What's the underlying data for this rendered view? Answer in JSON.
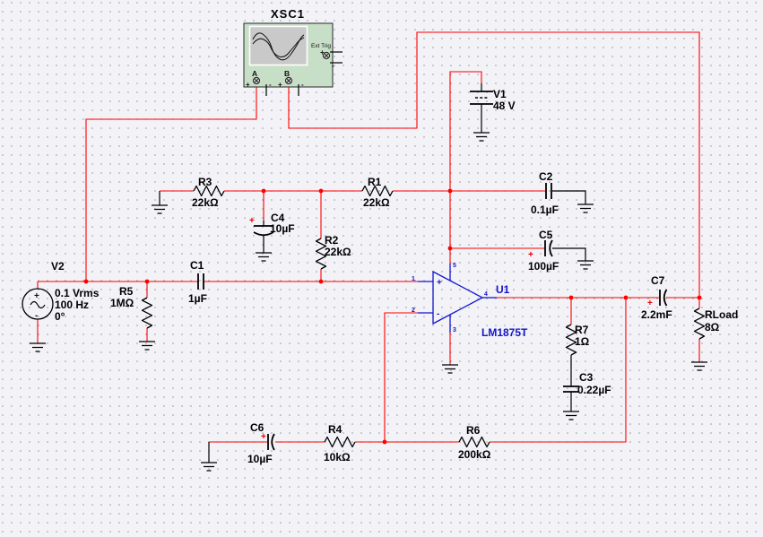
{
  "app": {
    "description": "Multisim-style LM1875T audio amplifier schematic",
    "colors": {
      "background": "#F2F2F7",
      "grid_dot": "#9898AC",
      "wire": "#FF0000",
      "component": "#000000",
      "opamp_blue": "#1414CC",
      "scope_body": "#C7DFC7",
      "scope_screen": "#C9C9C9",
      "polarity_mark": "#E80000"
    }
  },
  "oscilloscope": {
    "refdes": "XSC1",
    "ext_trig_label": "Ext Trig",
    "channel_a": "A",
    "channel_b": "B",
    "plus": "+",
    "minus": "-"
  },
  "opamp": {
    "refdes": "U1",
    "part": "LM1875T",
    "plus": "+",
    "minus": "-",
    "pins": {
      "noninverting": "1",
      "inverting": "2",
      "vminus": "3",
      "output": "4",
      "vplus": "5"
    }
  },
  "sources": {
    "v1": {
      "refdes": "V1",
      "value": "48 V"
    },
    "v2": {
      "refdes": "V2",
      "amplitude": "0.1 Vrms",
      "frequency": "100 Hz",
      "phase": "0°",
      "plus": "+",
      "minus": "-"
    }
  },
  "resistors": {
    "r1": {
      "refdes": "R1",
      "value": "22kΩ"
    },
    "r2": {
      "refdes": "R2",
      "value": "22kΩ"
    },
    "r3": {
      "refdes": "R3",
      "value": "22kΩ"
    },
    "r4": {
      "refdes": "R4",
      "value": "10kΩ"
    },
    "r5": {
      "refdes": "R5",
      "value": "1MΩ"
    },
    "r6": {
      "refdes": "R6",
      "value": "200kΩ"
    },
    "r7": {
      "refdes": "R7",
      "value": "1Ω"
    },
    "rload": {
      "refdes": "RLoad",
      "value": "8Ω"
    }
  },
  "capacitors": {
    "c1": {
      "refdes": "C1",
      "value": "1µF"
    },
    "c2": {
      "refdes": "C2",
      "value": "0.1µF"
    },
    "c3": {
      "refdes": "C3",
      "value": "0.22µF"
    },
    "c4": {
      "refdes": "C4",
      "value": "10µF",
      "polarity": "+"
    },
    "c5": {
      "refdes": "C5",
      "value": "100µF",
      "polarity": "+"
    },
    "c6": {
      "refdes": "C6",
      "value": "10µF",
      "polarity": "+"
    },
    "c7": {
      "refdes": "C7",
      "value": "2.2mF",
      "polarity": "+"
    }
  }
}
